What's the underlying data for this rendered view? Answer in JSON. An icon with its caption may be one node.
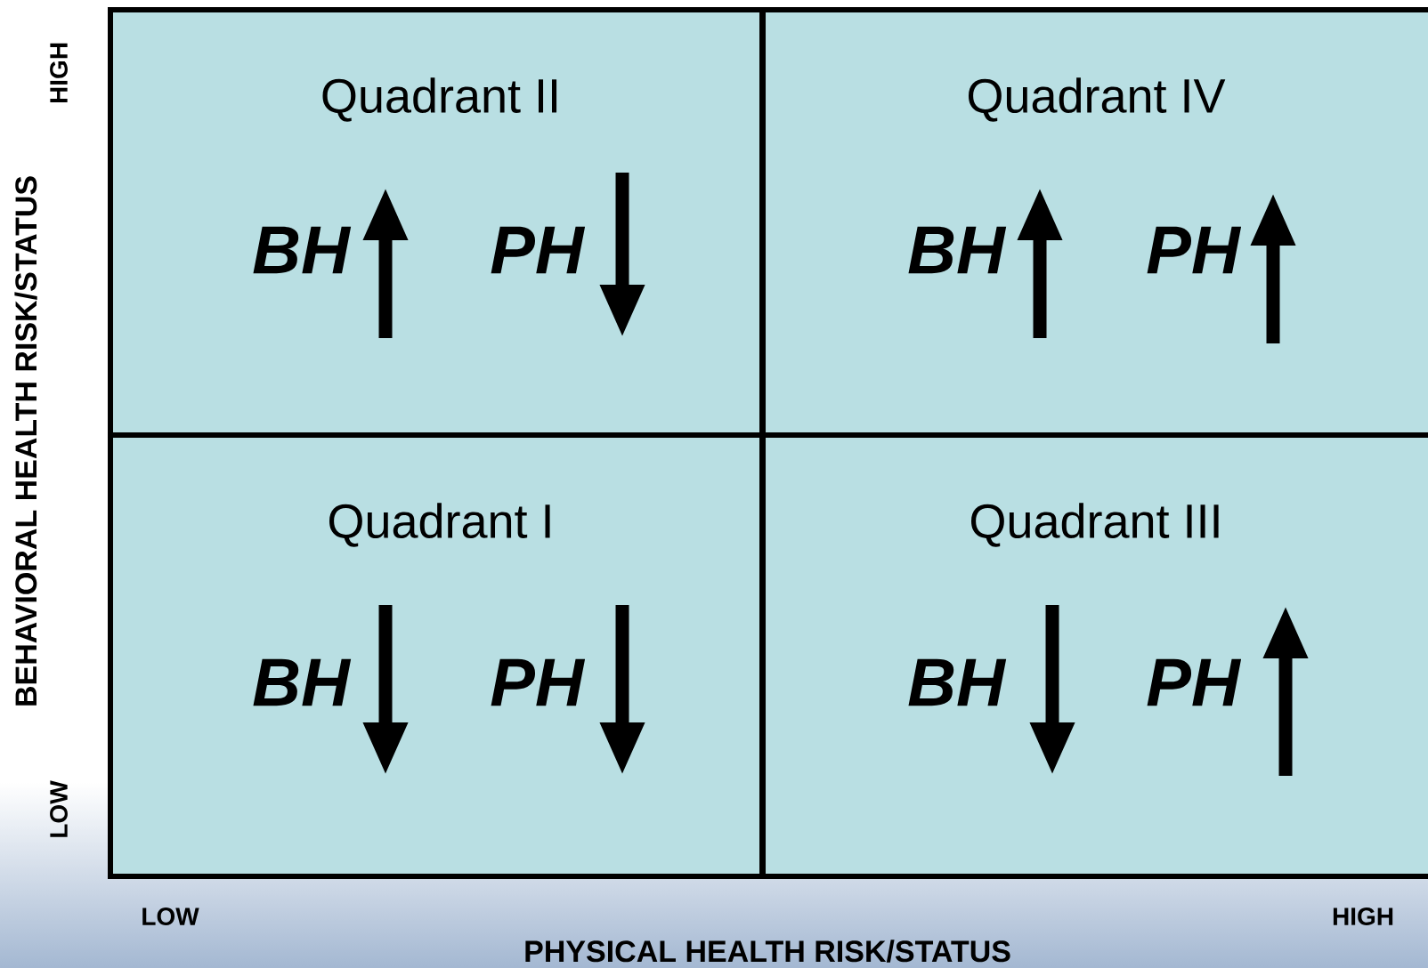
{
  "diagram": {
    "nodes": [
      {
        "text": [
          "Quadrant II",
          "BH",
          "PH"
        ]
      },
      {
        "text": [
          "Quadrant IV",
          "BH",
          "PH"
        ]
      },
      {
        "text": [
          "Quadrant I",
          "BH",
          "PH"
        ]
      },
      {
        "text": [
          "Quadrant III",
          "BH",
          "PH"
        ]
      }
    ],
    "labels": [
      "HIGH",
      "BEHAVIORAL HEALTH RISK/STATUS",
      "LOW",
      "LOW",
      "HIGH",
      "PHYSICAL HEALTH RISK/STATUS"
    ]
  }
}
